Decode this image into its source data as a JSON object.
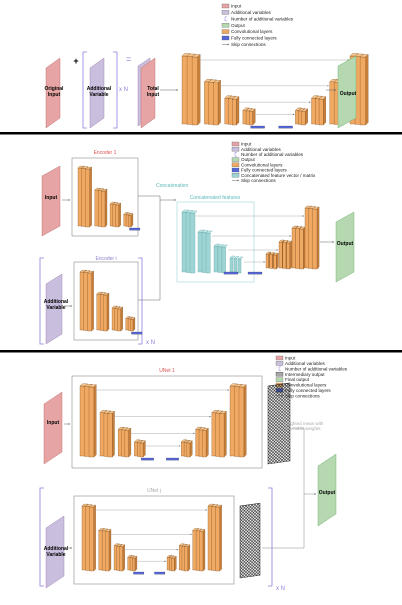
{
  "legend1": {
    "items": [
      {
        "label": "Input",
        "swatch": "input"
      },
      {
        "label": "Additional variables",
        "swatch": "addvar"
      },
      {
        "label": "Number of additional variables",
        "swatch": "brace"
      },
      {
        "label": "Output",
        "swatch": "output"
      },
      {
        "label": "Convolutional layers",
        "swatch": "conv"
      },
      {
        "label": "Fully connected layers",
        "swatch": "fc"
      },
      {
        "label": "Skip connections",
        "swatch": "arrow"
      }
    ]
  },
  "legend2": {
    "items": [
      {
        "label": "Input",
        "swatch": "input"
      },
      {
        "label": "Additional variables",
        "swatch": "addvar"
      },
      {
        "label": "Number of additional variables",
        "swatch": "brace"
      },
      {
        "label": "Output",
        "swatch": "output"
      },
      {
        "label": "Convolutional layers",
        "swatch": "conv"
      },
      {
        "label": "Fully connected layers",
        "swatch": "fc"
      },
      {
        "label": "Concatenated feature vector / matrix",
        "swatch": "concat"
      },
      {
        "label": "Skip connections",
        "swatch": "arrow"
      }
    ]
  },
  "legend3": {
    "items": [
      {
        "label": "Input",
        "swatch": "input"
      },
      {
        "label": "Additional variables",
        "swatch": "addvar"
      },
      {
        "label": "Number of additional variables",
        "swatch": "brace"
      },
      {
        "label": "Intermediary output",
        "swatch": "hatch"
      },
      {
        "label": "Final output",
        "swatch": "output"
      },
      {
        "label": "Convolutional layers",
        "swatch": "conv"
      },
      {
        "label": "Fully connected layers",
        "swatch": "fc"
      },
      {
        "label": "Skip connections",
        "swatch": "arrow"
      }
    ]
  },
  "panel1": {
    "original_input": [
      "Original",
      "Input"
    ],
    "plus": "+",
    "additional_variable": [
      "Additional",
      "Variable"
    ],
    "times_n": "x N",
    "equals": "=",
    "total_input": [
      "Total",
      "Input"
    ],
    "output": "Output"
  },
  "panel2": {
    "encoder_1": "Encoder 1",
    "encoder_i": "Encoder i",
    "input": "Input",
    "additional_variable": [
      "Additional",
      "Variable"
    ],
    "concatenation": "Concatenation",
    "concatenated_features": "Concatenated features",
    "output": "Output",
    "times_n": "x N"
  },
  "panel3": {
    "unet_1": "UNet 1",
    "unet_j": "UNet j",
    "input": "Input",
    "additional_variable": [
      "Additional",
      "Variable"
    ],
    "weighted_mean": [
      "Weighted mean with",
      "learnable weights"
    ],
    "output": "Output",
    "times_n": "x N"
  },
  "colors": {
    "input": "#e6a4a4",
    "addvar": "#c9bedd",
    "output": "#b6d8b1",
    "conv": "#f0a963",
    "fc": "#5566d6",
    "concat": "#9ed4d4",
    "encoder_title": "#e05050",
    "enc_i_title": "#8a7fd0",
    "concat_text": "#5bb8b8",
    "brace": "#8c7fdc"
  }
}
